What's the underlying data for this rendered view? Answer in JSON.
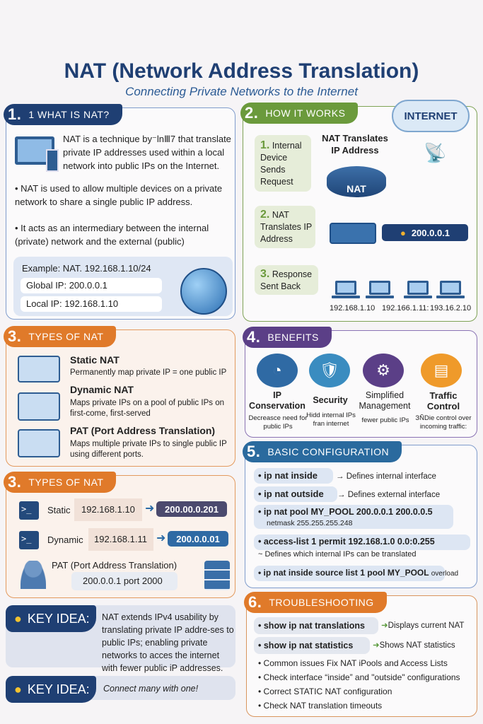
{
  "title": "NAT (Network Address Translation)",
  "subtitle": "Connecting Private Networks to the Internet",
  "colors": {
    "navy": "#1f3f73",
    "green": "#6b9a3c",
    "orange": "#e07a2a",
    "purple": "#5b3f87",
    "blue": "#2a6aa6"
  },
  "s1": {
    "num": "1.",
    "title": "1 WHAT IS NAT?",
    "intro": "NAT is a technique by⁻lnⅢ7 that translate private IP addresses used within a local network into public IPs on the Internet.",
    "b1": "NAT is used to allow multiple devices on a private network to share a single public IP address.",
    "b2": "It acts as an intermediary between the internal (private) network and the external (public)",
    "example": "Example: NAT. 192.168.1.10/24",
    "global": "Global IP: 200.0.0.1",
    "local": "Local IP: 192.168.1.10"
  },
  "s2": {
    "num": "2.",
    "title": "HOW IT WORKS",
    "internet": "INTERNET",
    "nat_translates": "NAT Translates IP Address",
    "router": "NAT",
    "step1_num": "1.",
    "step1": "Internal Device Sends Request",
    "step2_num": "2.",
    "step2": "NAT Translates IP Address",
    "step3_num": "3.",
    "step3": "Response Sent Back",
    "public_ip": "200.0.0.1",
    "devices": [
      "192.168.1.10",
      "192.166.1.11:",
      "193.16.2.10"
    ]
  },
  "s3a": {
    "num": "3.",
    "title": "TYPES OF NAT",
    "items": [
      {
        "name": "Static NAT",
        "desc": "Permanently map private IP = one public IP"
      },
      {
        "name": "Dynamic NAT",
        "desc": "Maps private IPs on a pool of public IPs on first-come, first-served"
      },
      {
        "name": "PAT (Port Address Translation)",
        "desc": "Maps multiple private IPs to single public IP using different ports."
      }
    ]
  },
  "s3b": {
    "num": "3.",
    "title": "TYPES OF NAT",
    "static_label": "Static",
    "static_from": "192.168.1.10",
    "static_to": "200.00.0.201",
    "dynamic_label": "Dynamic",
    "dynamic_from": "192.168.1.11",
    "dynamic_to": "200.0.0.01",
    "pat_label": "PAT (Port Address Translation)",
    "pat_value": "200.0.0.1 port 2000"
  },
  "key1": {
    "label": "KEY IDEA:",
    "text": "NAT extends IPv4 usability by translating private IP addre-ses to public IPs; enabling private networks to acces the internet with fewer public iP addresses."
  },
  "key2": {
    "label": "KEY IDEA:",
    "text": "Connect many with one!"
  },
  "s4": {
    "num": "4.",
    "title": "BENEFITS",
    "items": [
      {
        "name": "IP Conservation",
        "desc": "Decreasce need for public IPs"
      },
      {
        "name": "Security",
        "desc": "Hidd internal IPs fran internet"
      },
      {
        "name": "Simplified Management",
        "desc": "fewer public IPs"
      },
      {
        "name": "Traffic Control",
        "desc": "ЗÑDie control over incoming traffic:"
      }
    ]
  },
  "s5": {
    "num": "5.",
    "title": "BASIC CONFIGURATION",
    "rows": [
      {
        "cmd": "ip nat inside",
        "desc": "→ Defines internal interface"
      },
      {
        "cmd": "ip nat outside",
        "desc": "→ Defines external interface"
      },
      {
        "cmd": "ip nat pool MY_POOL  200.0.0.1 200.0.0.5",
        "desc": "netmask 255.255.255.248"
      },
      {
        "cmd": "access-list 1 permit 192.168.1.0  0.0:0.255",
        "desc": "~ Defines which internal IPs can be translated"
      },
      {
        "cmd": "ip nat inside source list 1 pool MY_POOL",
        "desc": "overload"
      }
    ]
  },
  "s6": {
    "num": "6.",
    "title": "TROUBLESHOOTING",
    "cmds": [
      {
        "cmd": "show ip nat translations",
        "desc": "Displays current NAT"
      },
      {
        "cmd": "show ip nat statistics",
        "desc": "Shows NAT statistics"
      }
    ],
    "items": [
      "Common issues Fix NAT iPools and Access Lists",
      "Check interface “inside” and \"outside\" configurations",
      "Correct STATIC NAT configuration",
      "Check NAT translation timeouts"
    ]
  }
}
